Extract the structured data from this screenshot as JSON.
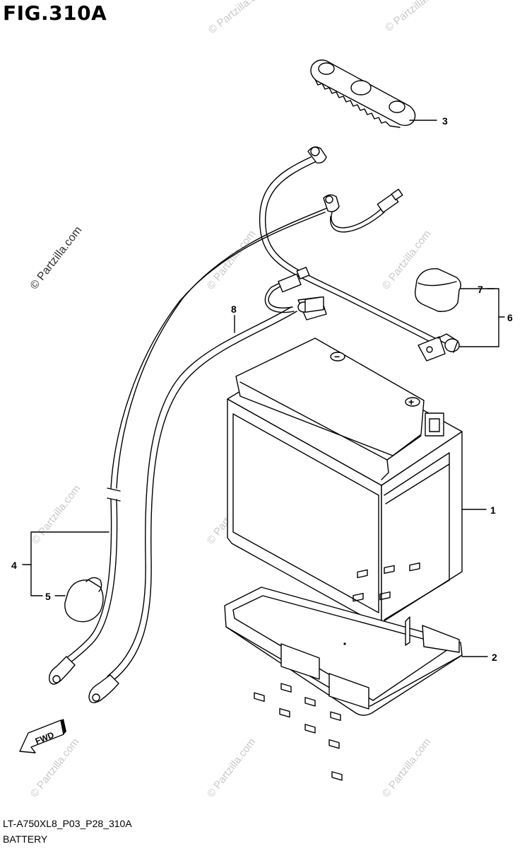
{
  "figure": {
    "title": "FIG.310A"
  },
  "footer": {
    "code": "LT-A750XL8_P03_P28_310A",
    "caption": "BATTERY"
  },
  "callouts": [
    "1",
    "2",
    "3",
    "4",
    "5",
    "6",
    "7",
    "8"
  ],
  "battery": {
    "minus_symbol": "−",
    "plus_symbol": "+"
  },
  "direction": {
    "label": "FWD"
  },
  "watermark": {
    "text": "© Partzilla.com"
  }
}
